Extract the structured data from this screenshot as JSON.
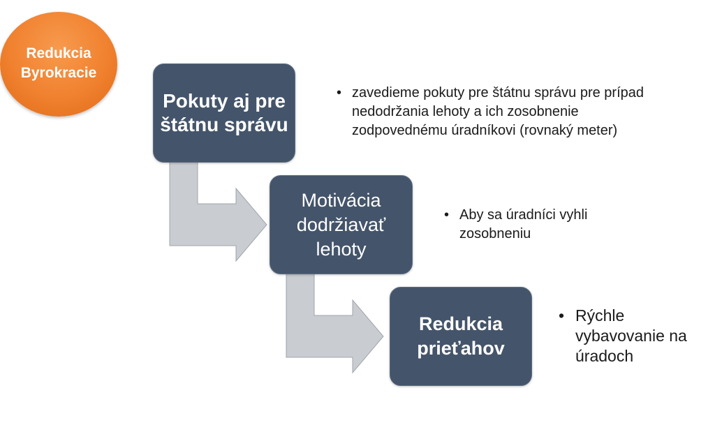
{
  "badge": {
    "label": "Redukcia Byrokracie"
  },
  "steps": [
    {
      "label": "Pokuty aj pre štátnu správu",
      "bullets": [
        "zavedieme pokuty pre štátnu správu pre prípad nedodržania lehoty a ich zosobnenie zodpovednému úradníkovi (rovnaký meter)"
      ]
    },
    {
      "label": "Motivácia dodržiavať lehoty",
      "bullets": [
        "Aby sa úradníci vyhli zosobneniu"
      ]
    },
    {
      "label": "Redukcia prieťahov",
      "bullets": [
        "Rýchle vybavovanie na úradoch"
      ]
    }
  ],
  "colors": {
    "badge": "#f0812f",
    "box": "#44546a",
    "arrow": "#c9ccd0"
  }
}
